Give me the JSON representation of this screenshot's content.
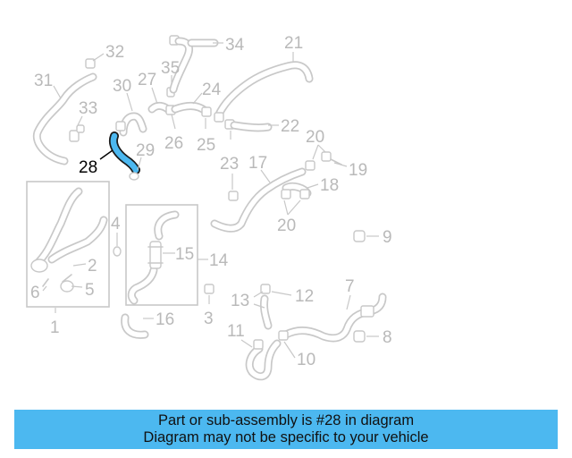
{
  "diagram": {
    "highlight_color": "#4cb8f0",
    "highlighted_part": "28",
    "part_numbers": [
      "1",
      "2",
      "3",
      "4",
      "5",
      "6",
      "7",
      "8",
      "9",
      "10",
      "11",
      "12",
      "13",
      "14",
      "15",
      "16",
      "17",
      "18",
      "19",
      "20",
      "20",
      "21",
      "22",
      "23",
      "24",
      "25",
      "26",
      "27",
      "28",
      "29",
      "30",
      "31",
      "32",
      "33",
      "34",
      "35"
    ]
  },
  "banner": {
    "line1": "Part or sub-assembly is #28 in diagram",
    "line2": "Diagram may not be specific to your vehicle",
    "background": "#4cb8f0"
  }
}
